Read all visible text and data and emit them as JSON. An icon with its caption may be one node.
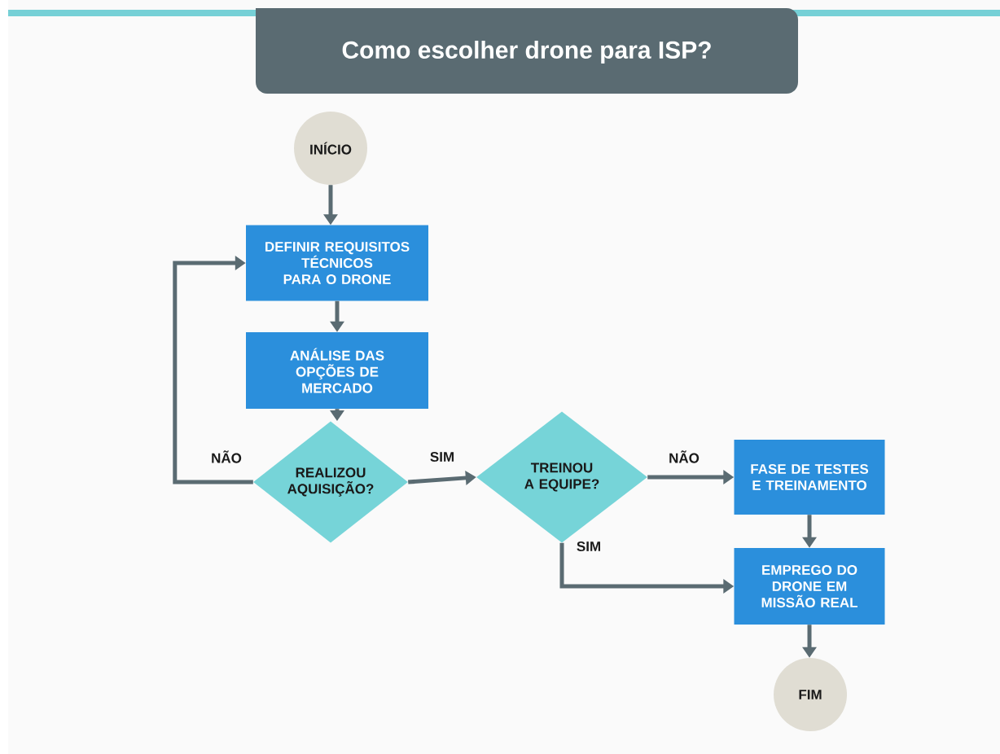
{
  "diagram": {
    "title": "Como escolher drone para ISP?",
    "nodes": [
      {
        "text": [
          "INÍCIO"
        ]
      },
      {
        "text": [
          "DEFINIR REQUISITOS TÉCNICOS PARA O DRONE"
        ]
      },
      {
        "text": [
          "ANÁLISE DAS OPÇÕES DE MERCADO"
        ]
      },
      {
        "text": [
          "REALIZOU AQUISIÇÃO?"
        ]
      },
      {
        "text": [
          "TREINOU A EQUIPE?"
        ]
      },
      {
        "text": [
          "FASE DE TESTES E TREINAMENTO"
        ]
      },
      {
        "text": [
          "EMPREGO DO DRONE EM MISSÃO REAL"
        ]
      },
      {
        "text": [
          "FIM"
        ]
      }
    ],
    "edges": [
      {
        "from": 0,
        "to": 1,
        "arrow": "to"
      },
      {
        "from": 1,
        "to": 2,
        "arrow": "to"
      },
      {
        "from": 2,
        "to": 3,
        "arrow": "to"
      },
      {
        "from": 3,
        "to": 1,
        "arrow": "to",
        "label": "NÃO"
      },
      {
        "from": 3,
        "to": 4,
        "arrow": "to",
        "label": "SIM"
      },
      {
        "from": 4,
        "to": 5,
        "arrow": "to",
        "label": "NÃO"
      },
      {
        "from": 4,
        "to": 6,
        "arrow": "to",
        "label": "SIM"
      },
      {
        "from": 5,
        "to": 6,
        "arrow": "to"
      },
      {
        "from": 6,
        "to": 7,
        "arrow": "to"
      }
    ]
  }
}
